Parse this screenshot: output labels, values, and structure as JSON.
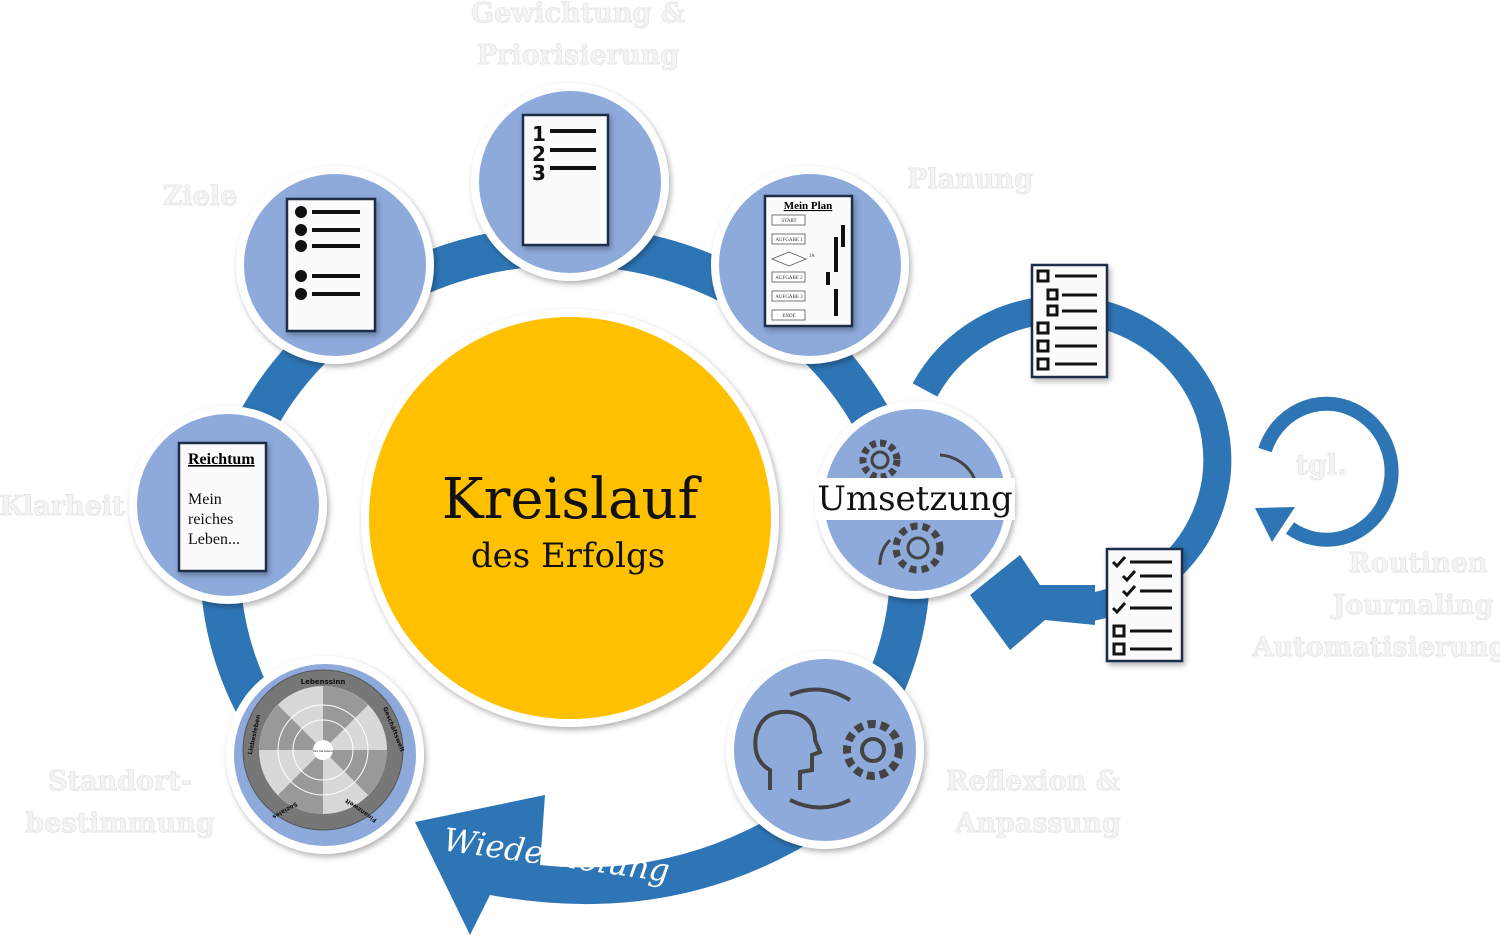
{
  "center": {
    "title": "Kreislauf",
    "subtitle": "des Erfolgs"
  },
  "stages": {
    "gewichtung": [
      "Gewichtung &",
      "Priorisierung"
    ],
    "planung": "Planung",
    "ziele": "Ziele",
    "klarheit": "Klarheit",
    "umsetzung": "Umsetzung",
    "standort": [
      "Standort-",
      "bestimmung"
    ],
    "reflexion": [
      "Reflexion &",
      "Anpassung"
    ]
  },
  "loop": {
    "repeat": "Wiederholung",
    "daily": "tgl.",
    "routines": [
      "Routinen",
      "Journaling",
      "Automatisierung"
    ]
  },
  "documents": {
    "reichtum": {
      "heading": "Reichtum",
      "lines": [
        "Mein",
        "reiches",
        "Leben..."
      ]
    },
    "plan": {
      "heading": "Mein Plan",
      "steps": [
        "START",
        "AUFGABE 1",
        "AUFGABE 2",
        "AUFGABE 3",
        "ENDE"
      ],
      "yes": "JA"
    },
    "priority_numbers": [
      "1",
      "2",
      "3"
    ]
  },
  "wheel": {
    "title": "Lebenssinn",
    "sectors": [
      "Geschäftswelt",
      "Finanzwelt",
      "Soziales",
      "Liebesleben"
    ],
    "center": "Rad des Lebens"
  },
  "colors": {
    "ring": "#2e75b6",
    "node": "#8eaadb",
    "center": "#ffc000"
  }
}
